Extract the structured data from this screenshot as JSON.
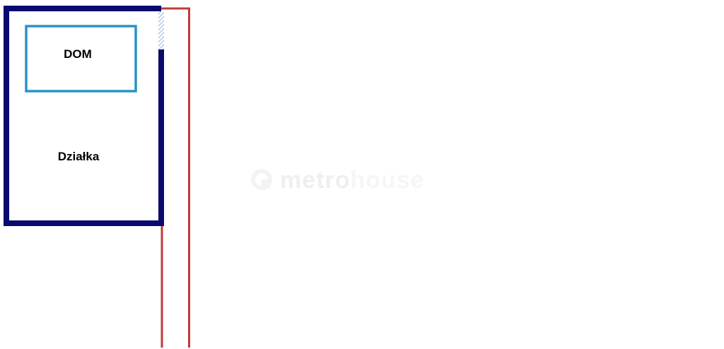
{
  "plan": {
    "house_label": "DOM",
    "plot_label": "Działka"
  },
  "watermark": {
    "brand_part1": "metro",
    "brand_part2": "house"
  },
  "colors": {
    "plot_border": "#0a0a6e",
    "house_border": "#2a93c4",
    "road_lines": "#c43a3a",
    "gate_hatch": "#8fb4e0",
    "watermark_dark": "#ececec",
    "watermark_light": "#f4f4f4"
  }
}
